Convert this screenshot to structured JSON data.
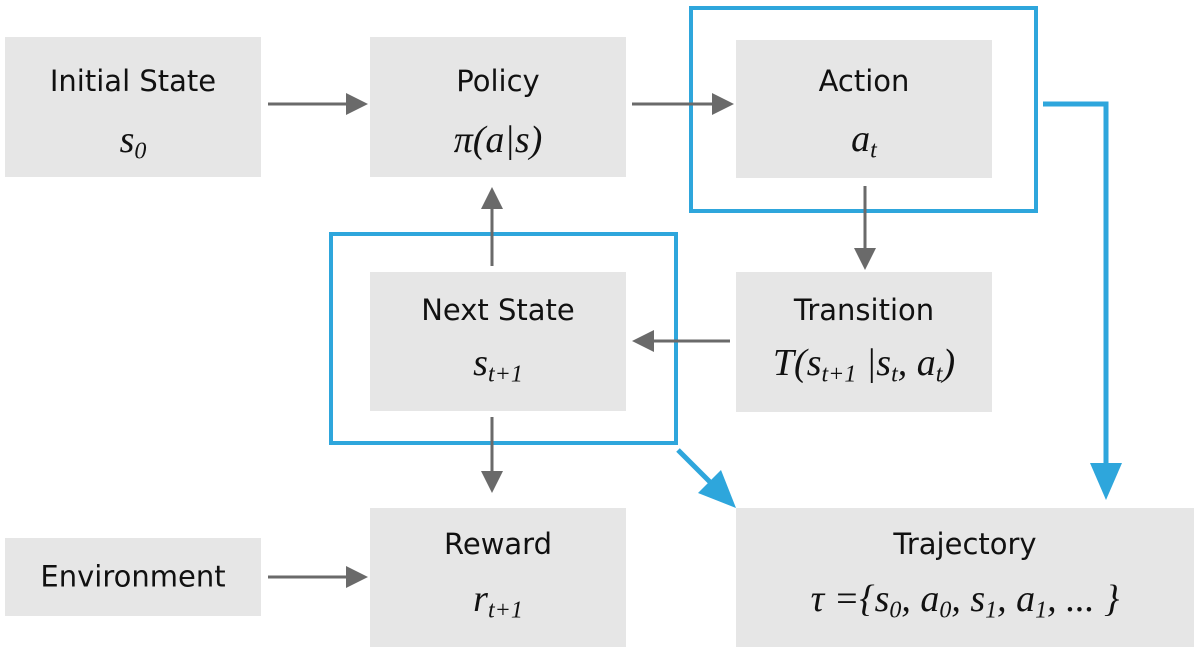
{
  "nodes": {
    "initial_state": {
      "title": "Initial State",
      "symbol": "s",
      "sub": "0"
    },
    "policy": {
      "title": "Policy",
      "formula": "π(a|s)"
    },
    "action": {
      "title": "Action",
      "symbol": "a",
      "sub": "t"
    },
    "transition": {
      "title": "Transition",
      "p1": "T(s",
      "s1": "t+1",
      "p2": " |s",
      "s2": "t",
      "p3": ", a",
      "s3": "t",
      "p4": ")"
    },
    "next_state": {
      "title": "Next State",
      "symbol": "s",
      "sub": "t+1"
    },
    "reward": {
      "title": "Reward",
      "symbol": "r",
      "sub": "t+1"
    },
    "environment": {
      "title": "Environment"
    },
    "trajectory": {
      "title": "Trajectory",
      "p1": "τ ={s",
      "s1": "0",
      "p2": ", a",
      "s2": "0",
      "p3": ", s",
      "s3": "1",
      "p4": ", a",
      "s4": "1",
      "p5": ", ... }"
    }
  },
  "colors": {
    "box_fill": "#e6e6e6",
    "arrow_gray": "#6a6a6a",
    "highlight_blue": "#2ea6dc"
  }
}
